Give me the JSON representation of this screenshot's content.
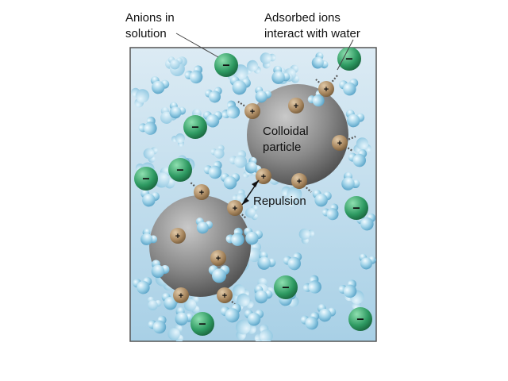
{
  "labels": {
    "anions_line1": "Anions in",
    "anions_line2": "solution",
    "adsorbed_line1": "Adsorbed ions",
    "adsorbed_line2": "interact with water",
    "colloid_line1": "Colloidal",
    "colloid_line2": "particle",
    "repulsion": "Repulsion"
  },
  "ion_signs": {
    "cation": "+",
    "anion": "−"
  },
  "colors": {
    "solution_top": "#dcebf4",
    "solution_bottom": "#a8d0e6",
    "water_molecule": "#8fc8e0",
    "cation": "#a8875f",
    "anion": "#2e9a62",
    "particle": "#8a8a8a",
    "frame": "#555555"
  },
  "icons": {
    "colloidal_particle": "grey-sphere",
    "cation": "brown-circle-plus",
    "anion": "green-circle-minus",
    "water": "light-blue-triatomic-molecule"
  }
}
